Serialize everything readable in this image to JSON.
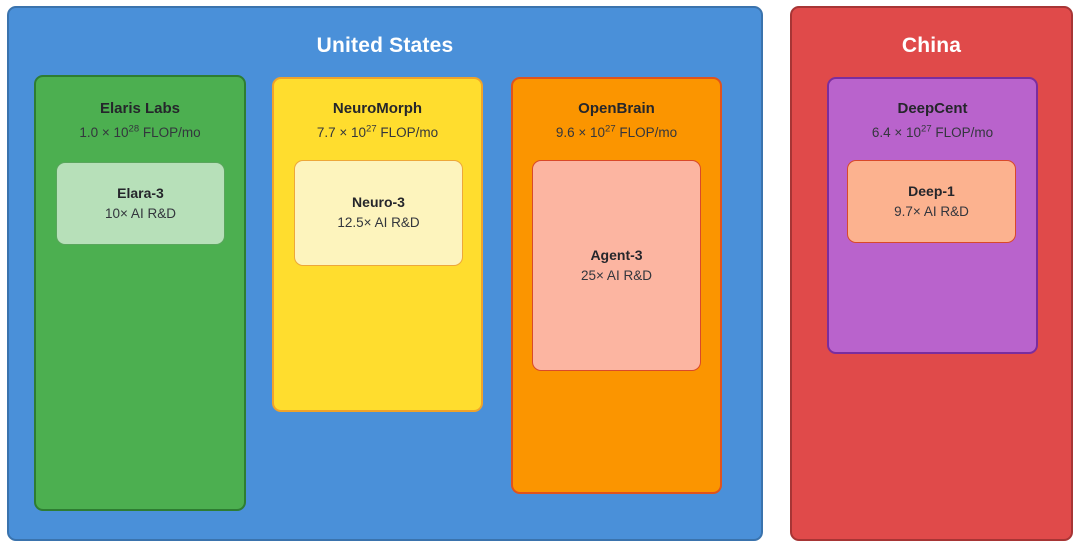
{
  "diagram": {
    "type": "nested-containment",
    "countries": [
      {
        "id": "united-states",
        "title": "United States",
        "fill": "#4a90d9",
        "stroke": "#3a73ad",
        "title_color": "#ffffff",
        "companies": [
          {
            "id": "elaris-labs",
            "name": "Elaris Labs",
            "compute_mantissa": "1.0 × 10",
            "compute_exponent": "28",
            "compute_unit": " FLOP/mo",
            "compute_full": "1.0 × 10^28 FLOP/mo",
            "fill": "#4caf50",
            "stroke": "#2e7d32",
            "model": {
              "id": "elara-3",
              "name": "Elara-3",
              "rd": "10× AI R&D",
              "fill": "#b7e0b9",
              "stroke": "#5aa65d"
            }
          },
          {
            "id": "neuromorph",
            "name": "NeuroMorph",
            "compute_mantissa": "7.7 × 10",
            "compute_exponent": "27",
            "compute_unit": " FLOP/mo",
            "compute_full": "7.7 × 10^27 FLOP/mo",
            "fill": "#ffdd2e",
            "stroke": "#f0a32a",
            "model": {
              "id": "neuro-3",
              "name": "Neuro-3",
              "rd": "12.5× AI R&D",
              "fill": "#fdf4bd",
              "stroke": "#eda73a"
            }
          },
          {
            "id": "openbrain",
            "name": "OpenBrain",
            "compute_mantissa": "9.6 × 10",
            "compute_exponent": "27",
            "compute_unit": " FLOP/mo",
            "compute_full": "9.6 × 10^27 FLOP/mo",
            "fill": "#fb9500",
            "stroke": "#e0531c",
            "model": {
              "id": "agent-3",
              "name": "Agent-3",
              "rd": "25× AI R&D",
              "fill": "#fcb5a1",
              "stroke": "#d9492a"
            }
          }
        ]
      },
      {
        "id": "china",
        "title": "China",
        "fill": "#e04a4a",
        "stroke": "#a73535",
        "title_color": "#ffffff",
        "companies": [
          {
            "id": "deepcent",
            "name": "DeepCent",
            "compute_mantissa": "6.4 × 10",
            "compute_exponent": "27",
            "compute_unit": " FLOP/mo",
            "compute_full": "6.4 × 10^27 FLOP/mo",
            "fill": "#b963cc",
            "stroke": "#7b2d9e",
            "model": {
              "id": "deep-1",
              "name": "Deep-1",
              "rd": "9.7× AI R&D",
              "fill": "#fcb28f",
              "stroke": "#d9492a"
            }
          }
        ]
      }
    ]
  }
}
